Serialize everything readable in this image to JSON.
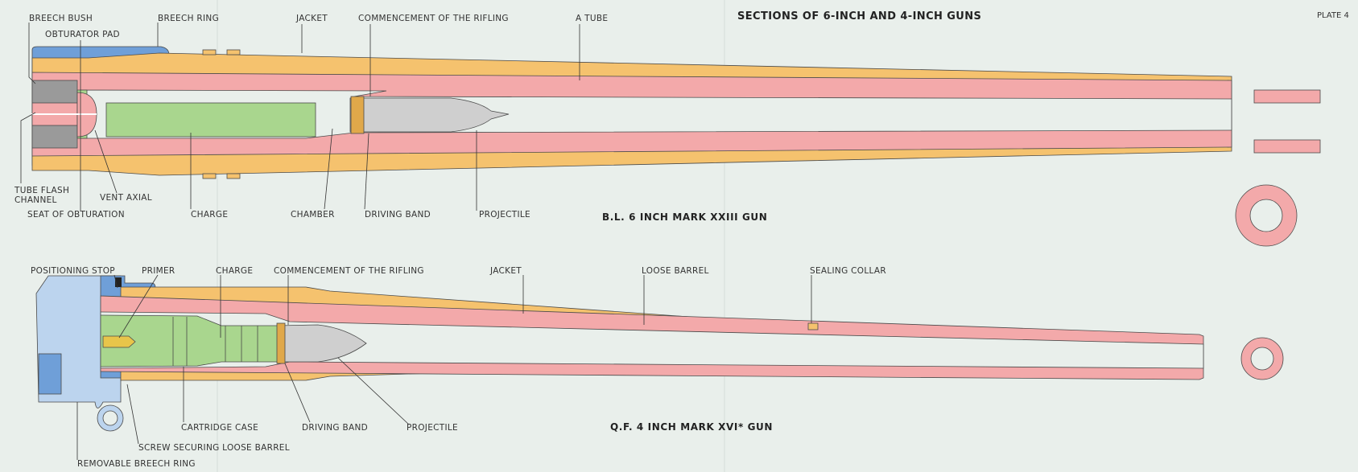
{
  "title": "SECTIONS OF 6-INCH AND 4-INCH GUNS",
  "plate": "PLATE 4",
  "colors": {
    "jacket": "#f5c26e",
    "tube": "#f3a9aa",
    "breech": "#6f9fd8",
    "block": "#bcd4ee",
    "charge": "#a9d68e",
    "projectile": "#cfcfcf",
    "band": "#e0a84a",
    "background": "#e9efeb"
  },
  "gun1": {
    "name": "B.L. 6 INCH MARK XXIII GUN",
    "labels": [
      "BREECH BUSH",
      "OBTURATOR PAD",
      "BREECH RING",
      "JACKET",
      "COMMENCEMENT OF THE RIFLING",
      "A TUBE",
      "TUBE FLASH",
      "CHANNEL",
      "VENT AXIAL",
      "SEAT OF OBTURATION",
      "CHARGE",
      "CHAMBER",
      "DRIVING BAND",
      "PROJECTILE"
    ]
  },
  "gun2": {
    "name": "Q.F. 4 INCH MARK XVI* GUN",
    "labels": [
      "POSITIONING STOP",
      "PRIMER",
      "CHARGE",
      "COMMENCEMENT OF THE RIFLING",
      "JACKET",
      "LOOSE BARREL",
      "SEALING COLLAR",
      "CARTRIDGE CASE",
      "DRIVING BAND",
      "PROJECTILE",
      "SCREW SECURING LOOSE BARREL",
      "REMOVABLE BREECH RING"
    ]
  }
}
